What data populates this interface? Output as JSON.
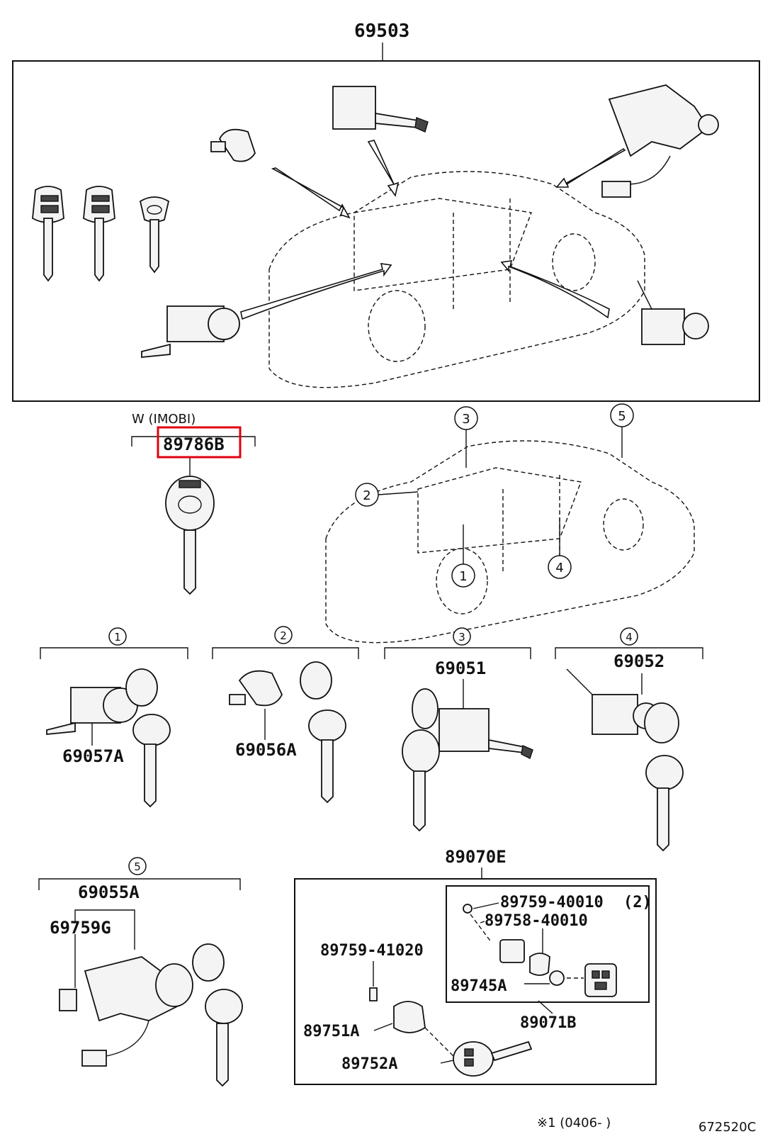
{
  "labels": {
    "main_assembly": "69503",
    "immobi_note": "W (IMOBI)",
    "key_blank": "89786B",
    "ignition_cyl": "69057A",
    "door_cyl": "69056A",
    "glove_lock": "69051",
    "door_cyl_lh": "69052",
    "trunk_lock": "69055A",
    "trunk_part": "69759G",
    "transmitter": "89070E",
    "screw_2": "89759-40010",
    "screw_2_qty": "(2)",
    "case_part": "89758-40010",
    "screw_1": "89759-41020",
    "battery": "89745A",
    "cover": "89751A",
    "sub_assy": "89071B",
    "key_case": "89752A",
    "note_mark": "※1",
    "note_footer": "※1 (0406-       )",
    "diagram_id": "672520C"
  },
  "callouts": [
    "1",
    "2",
    "3",
    "4",
    "5"
  ],
  "highlight": {
    "color": "#e0000f",
    "target": "key_blank"
  }
}
